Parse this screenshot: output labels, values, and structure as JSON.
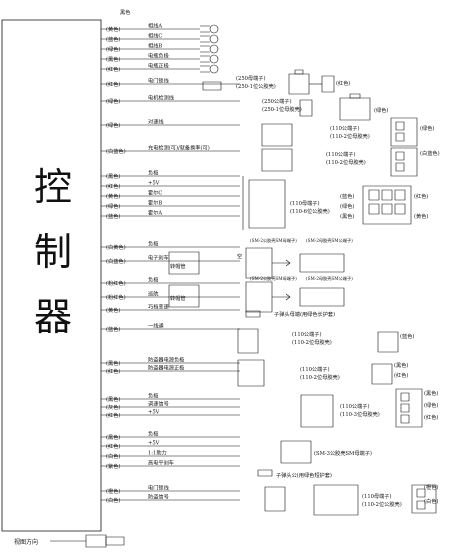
{
  "controller": {
    "chars": [
      "控",
      "制",
      "器"
    ]
  },
  "wires": [
    {
      "color": "黑色",
      "label": ""
    },
    {
      "color": "(黄色)",
      "label": "相线A"
    },
    {
      "color": "(蓝色)",
      "label": "相线C"
    },
    {
      "color": "(绿色)",
      "label": "相线B"
    },
    {
      "color": "(黑色)",
      "label": "电瓶负极"
    },
    {
      "color": "(红色)",
      "label": "电瓶正极"
    },
    {
      "color": "(红色)",
      "label": "电门锁线"
    },
    {
      "color": "(绿色)",
      "label": "电机检测线"
    },
    {
      "color": "(绿色)",
      "label": "对速线"
    },
    {
      "color": "(白蓝色)",
      "label": "充电检测(可)/就备换率(可)"
    },
    {
      "color": "(黑色)",
      "label": "负极"
    },
    {
      "color": "(红色)",
      "label": "+5V"
    },
    {
      "color": "(黄色)",
      "label": "霍尔C"
    },
    {
      "color": "(绿色)",
      "label": "霍尔B"
    },
    {
      "color": "(蓝色)",
      "label": "霍尔A"
    },
    {
      "color": "(白黄色)",
      "label": "负极"
    },
    {
      "color": "(白蓝色)",
      "label": "电子刹车"
    },
    {
      "color": "(粉红色)",
      "label": "负极"
    },
    {
      "color": "(粉红色)",
      "label": "巡航"
    },
    {
      "color": "(黄色)",
      "label": "巧档变速"
    },
    {
      "color": "(蓝色)",
      "label": "一线通"
    },
    {
      "color": "(黑色)",
      "label": "防盗器电源负极"
    },
    {
      "color": "(红色)",
      "label": "防盗器电源正极"
    },
    {
      "color": "(黑色)",
      "label": "负极"
    },
    {
      "color": "(灰色)",
      "label": "调速信号"
    },
    {
      "color": "(红色)",
      "label": "+5V"
    },
    {
      "color": "(黑色)",
      "label": "负极"
    },
    {
      "color": "(红色)",
      "label": "+5V"
    },
    {
      "color": "(白色)",
      "label": "1:1助力"
    },
    {
      "color": "(紫色)",
      "label": "高电平刹车"
    },
    {
      "color": "(橙色)",
      "label": "电门锁线"
    },
    {
      "color": "(白色)",
      "label": "防盗信号"
    }
  ],
  "connectors": {
    "c1": "(250母端子)",
    "c1b": "(250-1位公胶壳)",
    "c2": "(250公端子)",
    "c2b": "(250-1位母胶壳)",
    "c3": "(110公端子)",
    "c3b": "(110-2位母胶壳)",
    "c4": "(110公端子)",
    "c4b": "(110-2位母胶壳)",
    "c5": "(110母端子)",
    "c5b": "(110-6位公胶壳)",
    "c6": "(SM-2公胶壳SM母端子)",
    "c6b": "(SM-2母胶壳SM公端子)",
    "c7": "(SM-2公胶壳SM母端子)",
    "c7b": "(SM-2母胶壳SM公端子)",
    "c8": "子弹头母端(用绿色长护套)",
    "c9": "(110公端子)",
    "c9b": "(110-2位母胶壳)",
    "c10": "(110公端子)",
    "c10b": "(110-2位母胶壳)",
    "c11": "(110公端子)",
    "c11b": "(110-3位母胶壳)",
    "c12": "(SM-3公胶壳SM母端子)",
    "c13": "子弹头公(用绿色短护套)",
    "c14": "(110母端子)",
    "c14b": "(110-2位公胶壳)",
    "note_kong": "空",
    "note_zhuan1": "转帽管",
    "note_zhuan2": "转帽管"
  },
  "right_labels": {
    "r1": "(红色)",
    "r2": "(绿色)",
    "r3": "(绿色)",
    "r4": "(白蓝色)",
    "r5": "(红色)",
    "r6": "(蓝色)",
    "r7": "(绿色)",
    "r8": "(黄色)",
    "r9": "(黑色)",
    "r10": "(蓝色)",
    "r11": "(黑色)",
    "r12": "(红色)",
    "r13": "(黑色)",
    "r14": "(绿色)",
    "r15": "(红色)",
    "r16": "(橙色)",
    "r17": "(白色)"
  },
  "footer": {
    "view_direction": "视图方向"
  }
}
